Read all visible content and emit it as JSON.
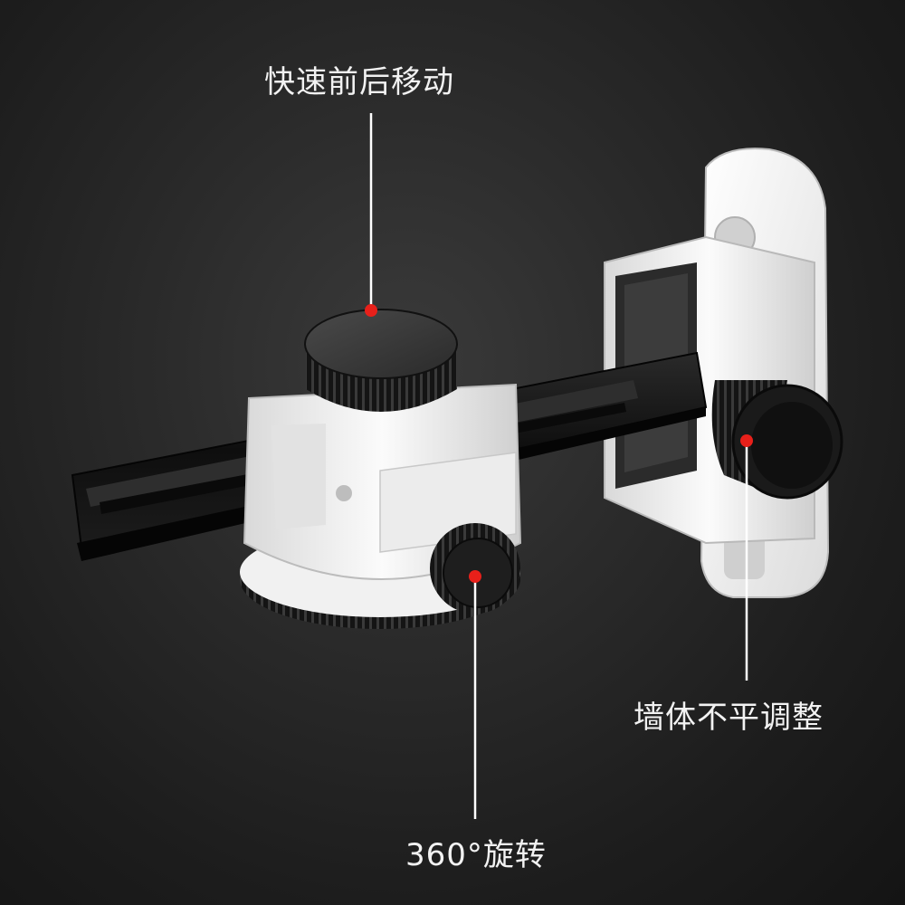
{
  "callouts": {
    "fast_move": "快速前后移动",
    "wall_adjust": "墙体不平调整",
    "rotate": "360°旋转"
  },
  "colors": {
    "background": "#1b1b1b",
    "plastic_white": "#f4f4f4",
    "knob_black": "#151515",
    "rail_black": "#101010",
    "callout_dot": "#e8201a",
    "callout_line": "#ffffff"
  }
}
